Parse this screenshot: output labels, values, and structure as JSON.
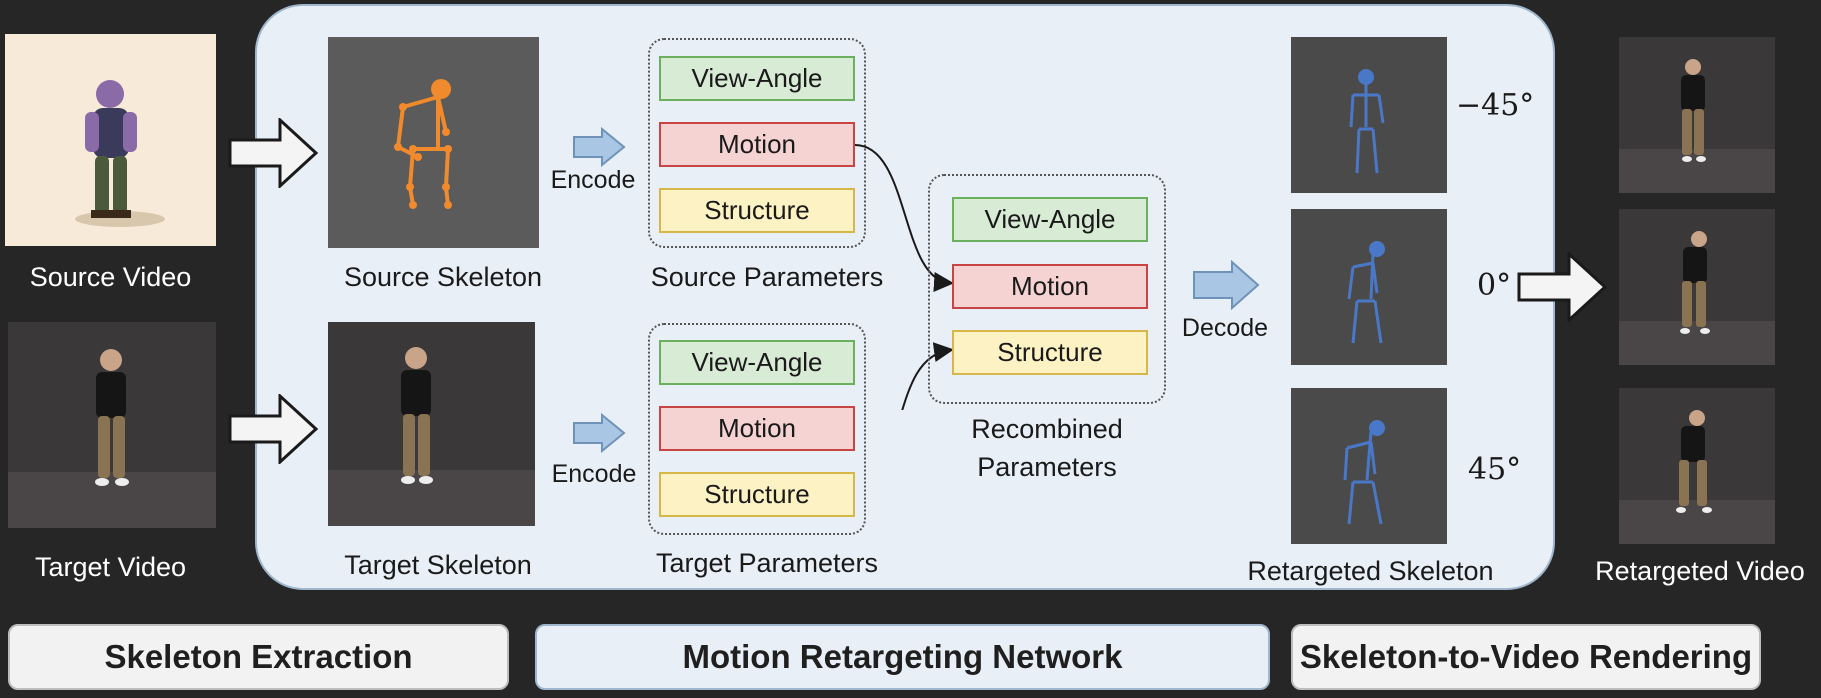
{
  "labels": {
    "source_video": "Source Video",
    "target_video": "Target Video",
    "source_skeleton": "Source Skeleton",
    "target_skeleton": "Target Skeleton",
    "source_parameters": "Source Parameters",
    "target_parameters": "Target Parameters",
    "recombined_line1": "Recombined",
    "recombined_line2": "Parameters",
    "retargeted_skeleton": "Retargeted Skeleton",
    "retargeted_video": "Retargeted Video",
    "encode_top": "Encode",
    "encode_bottom": "Encode",
    "decode": "Decode"
  },
  "params": {
    "view_angle": "View-Angle",
    "motion": "Motion",
    "structure": "Structure"
  },
  "angles": [
    "−45°",
    "0°",
    "45°"
  ],
  "stages": {
    "extraction": "Skeleton Extraction",
    "network": "Motion Retargeting Network",
    "rendering": "Skeleton-to-Video Rendering"
  },
  "colors": {
    "background": "#262626",
    "panel": "#e9eff6",
    "view_angle": "#d8ecd5",
    "motion": "#f6d3d3",
    "structure": "#fdf2c4",
    "arrow_blue": "#a9c6e4",
    "skeleton_orange": "#f08a2c",
    "skeleton_blue": "#4a78c8"
  }
}
